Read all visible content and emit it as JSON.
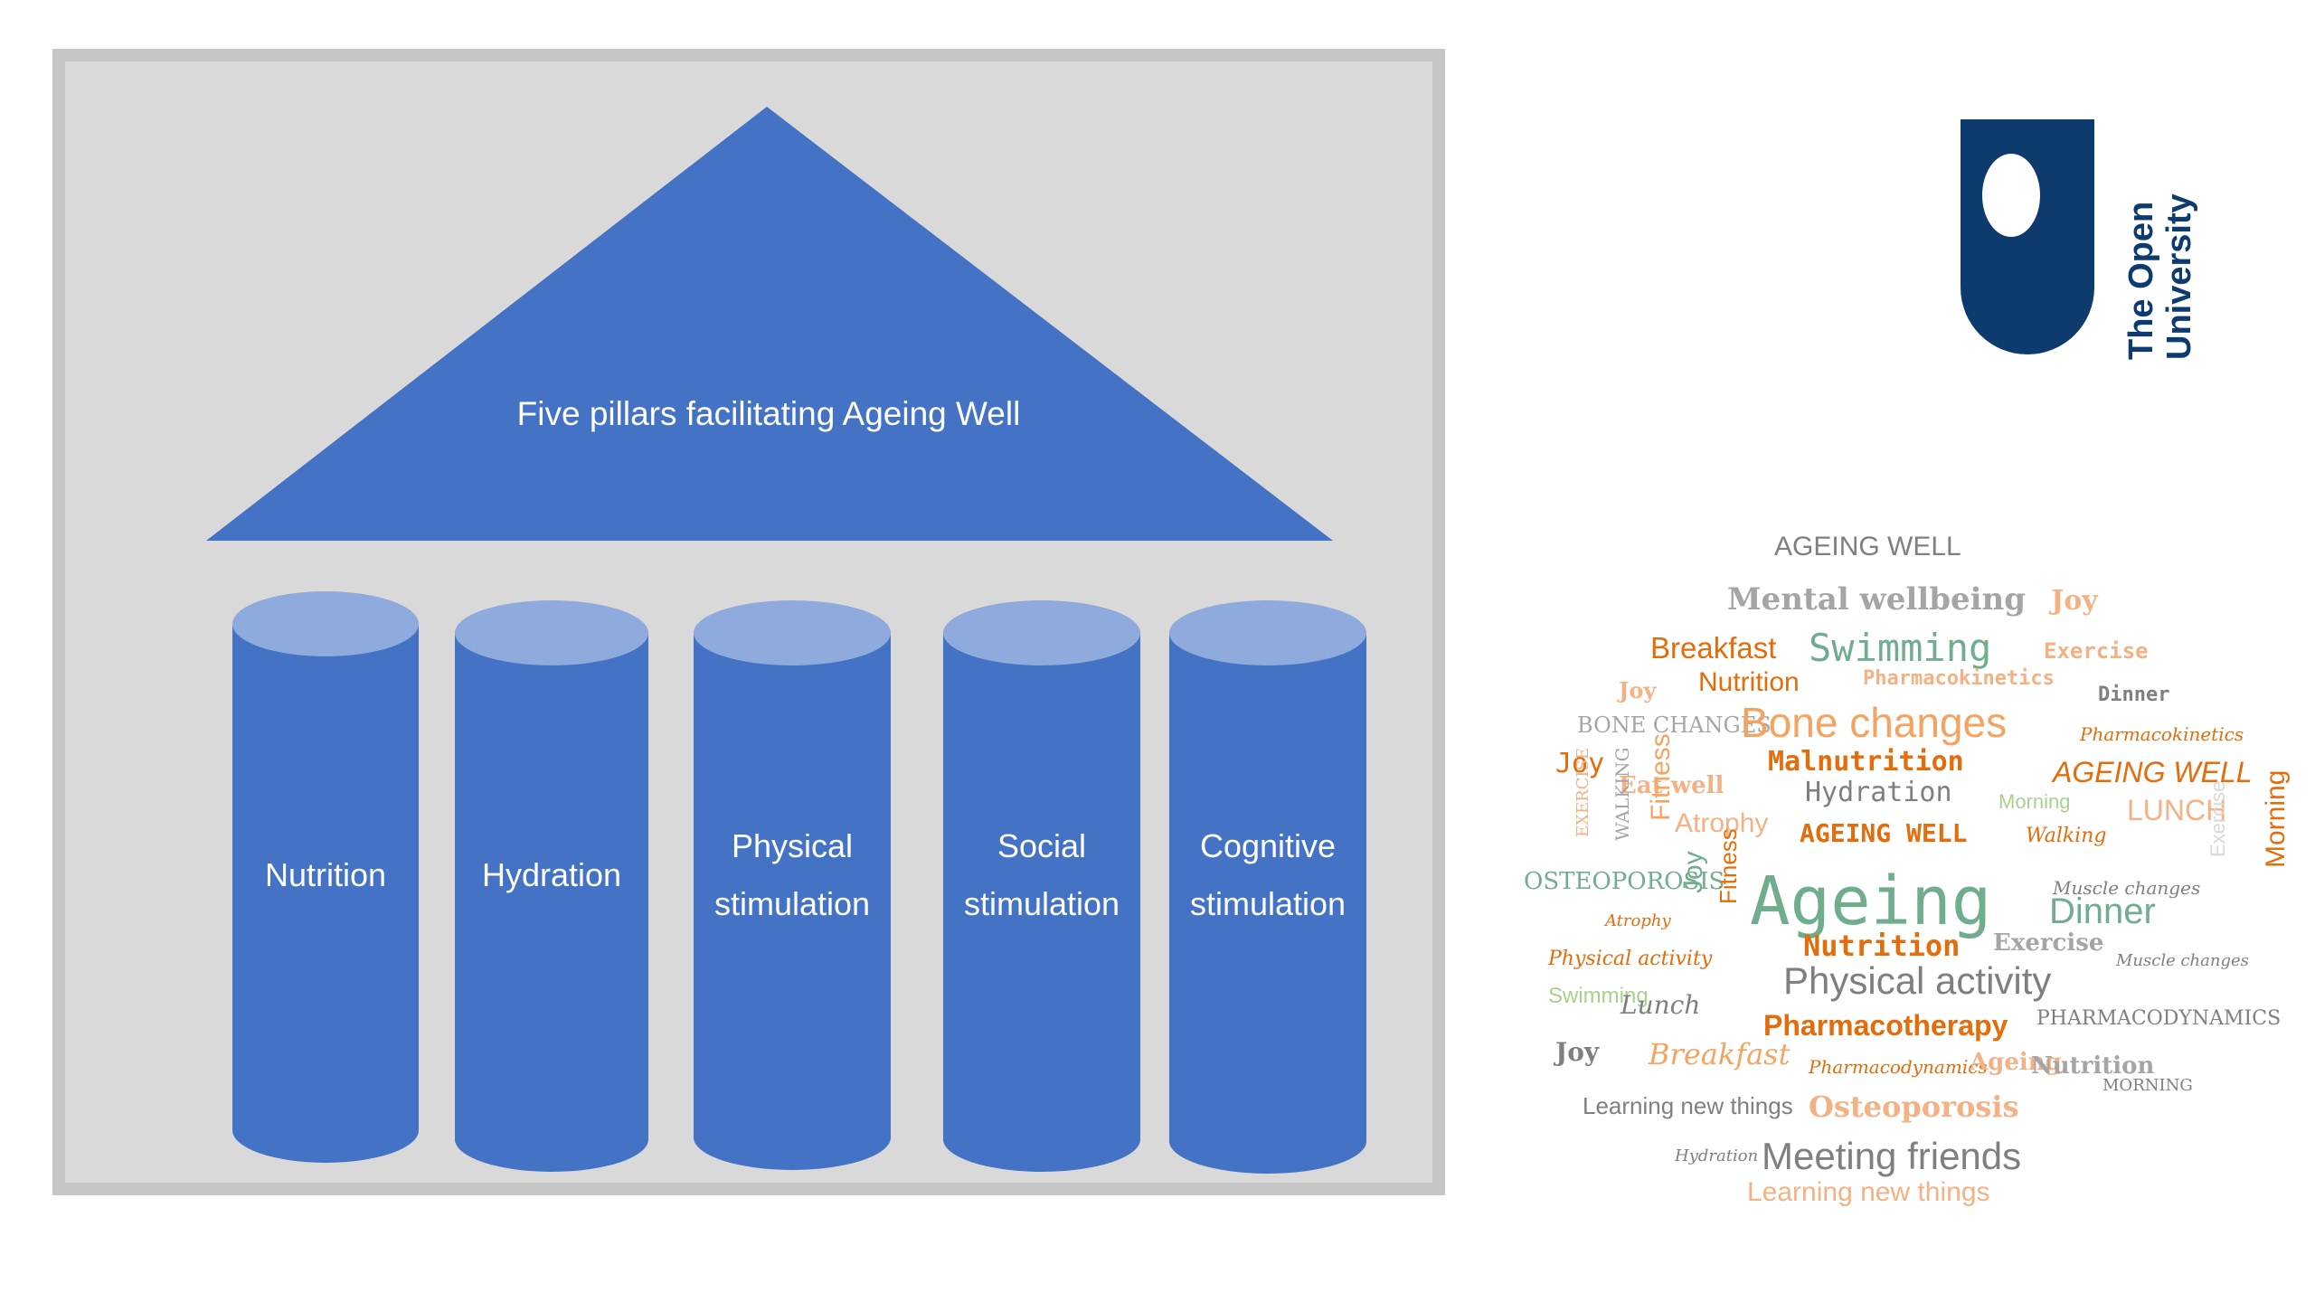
{
  "diagram": {
    "roof_label": "Five pillars facilitating Ageing Well",
    "pillars": [
      {
        "label_lines": [
          "Nutrition"
        ]
      },
      {
        "label_lines": [
          "Hydration"
        ]
      },
      {
        "label_lines": [
          "Physical",
          "stimulation"
        ]
      },
      {
        "label_lines": [
          "Social",
          "stimulation"
        ]
      },
      {
        "label_lines": [
          "Cognitive",
          "stimulation"
        ]
      }
    ],
    "colors": {
      "roof": "#4472c4",
      "pillar": "#4472c4",
      "pillar_top": "#8faadc",
      "frame": "#c6c6c6",
      "frame_fill": "#d9d9d9"
    }
  },
  "logo": {
    "line1": "The Open",
    "line2": "University",
    "color": "#0e3b6e"
  },
  "word_cloud": {
    "words": [
      {
        "text": "AGEING WELL",
        "color": "#7f7f7f"
      },
      {
        "text": "Mental wellbeing",
        "color": "#a5a5a5"
      },
      {
        "text": "Joy",
        "color": "#f4b183"
      },
      {
        "text": "Breakfast",
        "color": "#e46c0a"
      },
      {
        "text": "Swimming",
        "color": "#70ad8f"
      },
      {
        "text": "Exercise",
        "color": "#f4b183"
      },
      {
        "text": "Joy",
        "color": "#f4b183"
      },
      {
        "text": "Nutrition",
        "color": "#e46c0a"
      },
      {
        "text": "Pharmacokinetics",
        "color": "#f4b183"
      },
      {
        "text": "Dinner",
        "color": "#7f7f7f"
      },
      {
        "text": "BONE CHANGES",
        "color": "#a5a5a5"
      },
      {
        "text": "Bone changes",
        "color": "#f4a460"
      },
      {
        "text": "Pharmacokinetics",
        "color": "#e46c0a"
      },
      {
        "text": "Joy",
        "color": "#e46c0a"
      },
      {
        "text": "Malnutrition",
        "color": "#e46c0a"
      },
      {
        "text": "AGEING WELL",
        "color": "#e46c0a"
      },
      {
        "text": "Eat well",
        "color": "#f4b183"
      },
      {
        "text": "Hydration",
        "color": "#7f7f7f"
      },
      {
        "text": "Morning",
        "color": "#a9d18e"
      },
      {
        "text": "EXERCISE",
        "color": "#f4b183"
      },
      {
        "text": "WALKING",
        "color": "#a5a5a5"
      },
      {
        "text": "Fitness",
        "color": "#f4a460"
      },
      {
        "text": "Atrophy",
        "color": "#f4b183"
      },
      {
        "text": "LUNCH",
        "color": "#f4b183"
      },
      {
        "text": "AGEING WELL",
        "color": "#e46c0a"
      },
      {
        "text": "Walking",
        "color": "#e46c0a"
      },
      {
        "text": "Exercise",
        "color": "#d9d9d9"
      },
      {
        "text": "Morning",
        "color": "#e46c0a"
      },
      {
        "text": "OSTEOPOROSIS",
        "color": "#70ad8f"
      },
      {
        "text": "Joy",
        "color": "#70ad8f"
      },
      {
        "text": "Fitness",
        "color": "#e46c0a"
      },
      {
        "text": "Ageing",
        "color": "#70ad8f"
      },
      {
        "text": "Muscle changes",
        "color": "#7f7f7f"
      },
      {
        "text": "Dinner",
        "color": "#70ad8f"
      },
      {
        "text": "Atrophy",
        "color": "#e46c0a"
      },
      {
        "text": "Nutrition",
        "color": "#e46c0a"
      },
      {
        "text": "Exercise",
        "color": "#a5a5a5"
      },
      {
        "text": "Physical activity",
        "color": "#e46c0a"
      },
      {
        "text": "Muscle changes",
        "color": "#7f7f7f"
      },
      {
        "text": "Physical activity",
        "color": "#7f7f7f"
      },
      {
        "text": "Swimming",
        "color": "#a9d18e"
      },
      {
        "text": "Lunch",
        "color": "#7f7f7f"
      },
      {
        "text": "Pharmacotherapy",
        "color": "#e46c0a"
      },
      {
        "text": "PHARMACODYNAMICS",
        "color": "#7f7f7f"
      },
      {
        "text": "Joy",
        "color": "#7f7f7f"
      },
      {
        "text": "Breakfast",
        "color": "#f4a460"
      },
      {
        "text": "Pharmacodynamics",
        "color": "#e46c0a"
      },
      {
        "text": "Ageing",
        "color": "#f4b183"
      },
      {
        "text": "Nutrition",
        "color": "#a5a5a5"
      },
      {
        "text": "MORNING",
        "color": "#7f7f7f"
      },
      {
        "text": "Learning new things",
        "color": "#7f7f7f"
      },
      {
        "text": "Osteoporosis",
        "color": "#f4b183"
      },
      {
        "text": "Hydration",
        "color": "#7f7f7f"
      },
      {
        "text": "Meeting friends",
        "color": "#7f7f7f"
      },
      {
        "text": "Learning new things",
        "color": "#f4b183"
      }
    ]
  }
}
